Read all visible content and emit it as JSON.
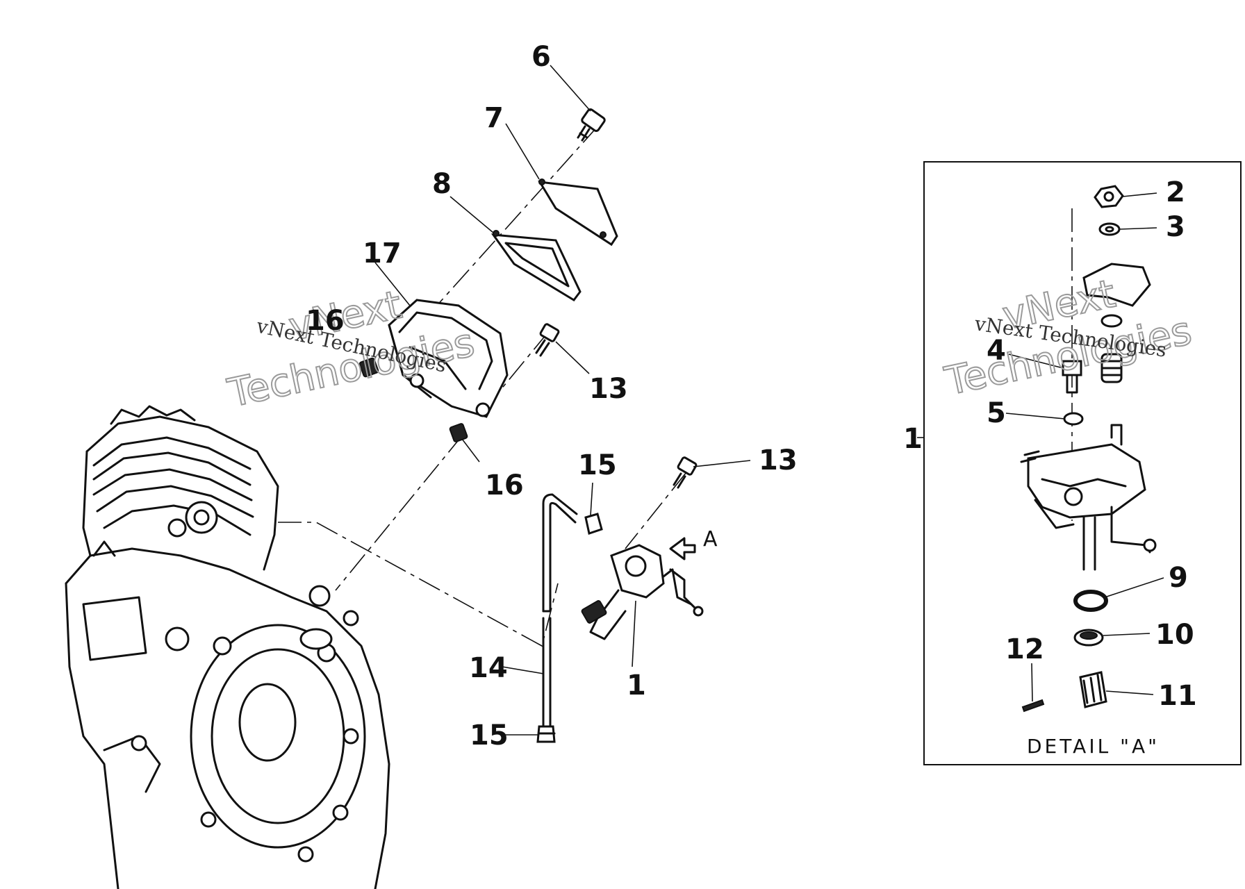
{
  "callouts": {
    "c6": "6",
    "c7": "7",
    "c8": "8",
    "c17": "17",
    "c16a": "16",
    "c16b": "16",
    "c13a": "13",
    "c13b": "13",
    "c15a": "15",
    "c15b": "15",
    "c14": "14",
    "c1a": "1",
    "cA": "A",
    "d2": "2",
    "d3": "3",
    "d4": "4",
    "d5": "5",
    "d1": "1",
    "d9": "9",
    "d10": "10",
    "d12": "12",
    "d11": "11"
  },
  "detail": {
    "title": "DETAIL \"A\""
  },
  "watermarks": {
    "left_line1": "vNext",
    "left_line2": "Technologies",
    "left_serif": "vNext Technologies",
    "right_line1": "vNext",
    "right_line2": "Technologies",
    "right_serif": "vNext Technologies"
  }
}
